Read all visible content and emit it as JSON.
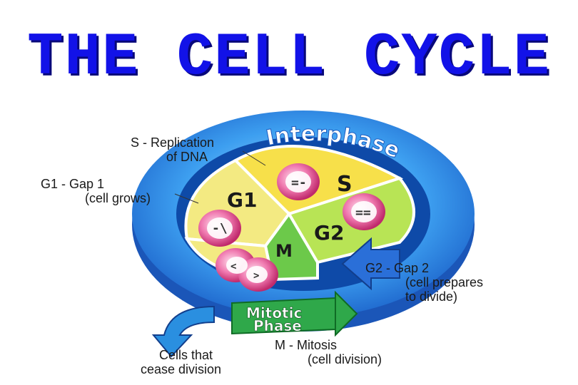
{
  "title": "THE CELL CYCLE",
  "ring_label": "Interphase",
  "mitotic_label": {
    "line1": "Mitotic",
    "line2": "Phase"
  },
  "phases": {
    "s": "S",
    "g1": "G1",
    "g2": "G2",
    "m": "M"
  },
  "labels": {
    "s": {
      "line1": "S - Replication",
      "line2": "of DNA"
    },
    "g1": {
      "line1": "G1 - Gap 1",
      "line2": "(cell grows)"
    },
    "g2": {
      "line1": "G2 - Gap 2",
      "line2": "(cell prepares",
      "line3": "to divide)"
    },
    "m": {
      "line1": "M - Mitosis",
      "line2": "(cell division)"
    },
    "cease": {
      "line1": "Cells that",
      "line2": "cease division"
    }
  },
  "colors": {
    "title": "#1212e8",
    "ring": "#2a8fe0",
    "ring_dark": "#1c5bc0",
    "s_sector": "#f7e04a",
    "g1_sector": "#f3ea82",
    "g2_sector": "#b8e455",
    "m_sector": "#6cc94a",
    "cell": "#e8559a",
    "mitotic_band": "#2fa84a"
  }
}
